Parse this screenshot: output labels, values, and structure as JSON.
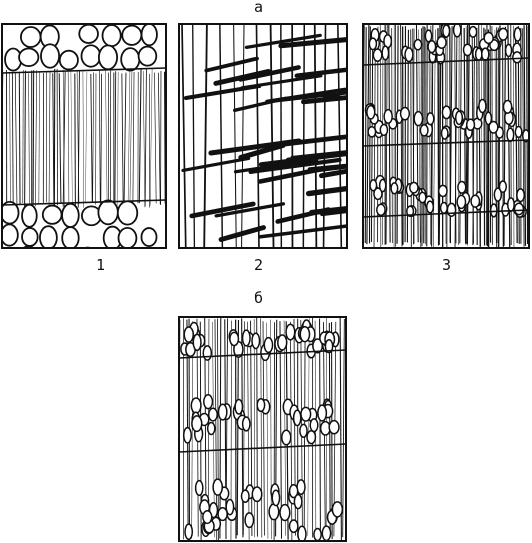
{
  "labels": {
    "group_a": "а",
    "group_b": "б",
    "panel_1": "1",
    "panel_2": "2",
    "panel_3": "3"
  },
  "colors": {
    "ink": "#111111",
    "paper": "#ffffff"
  }
}
